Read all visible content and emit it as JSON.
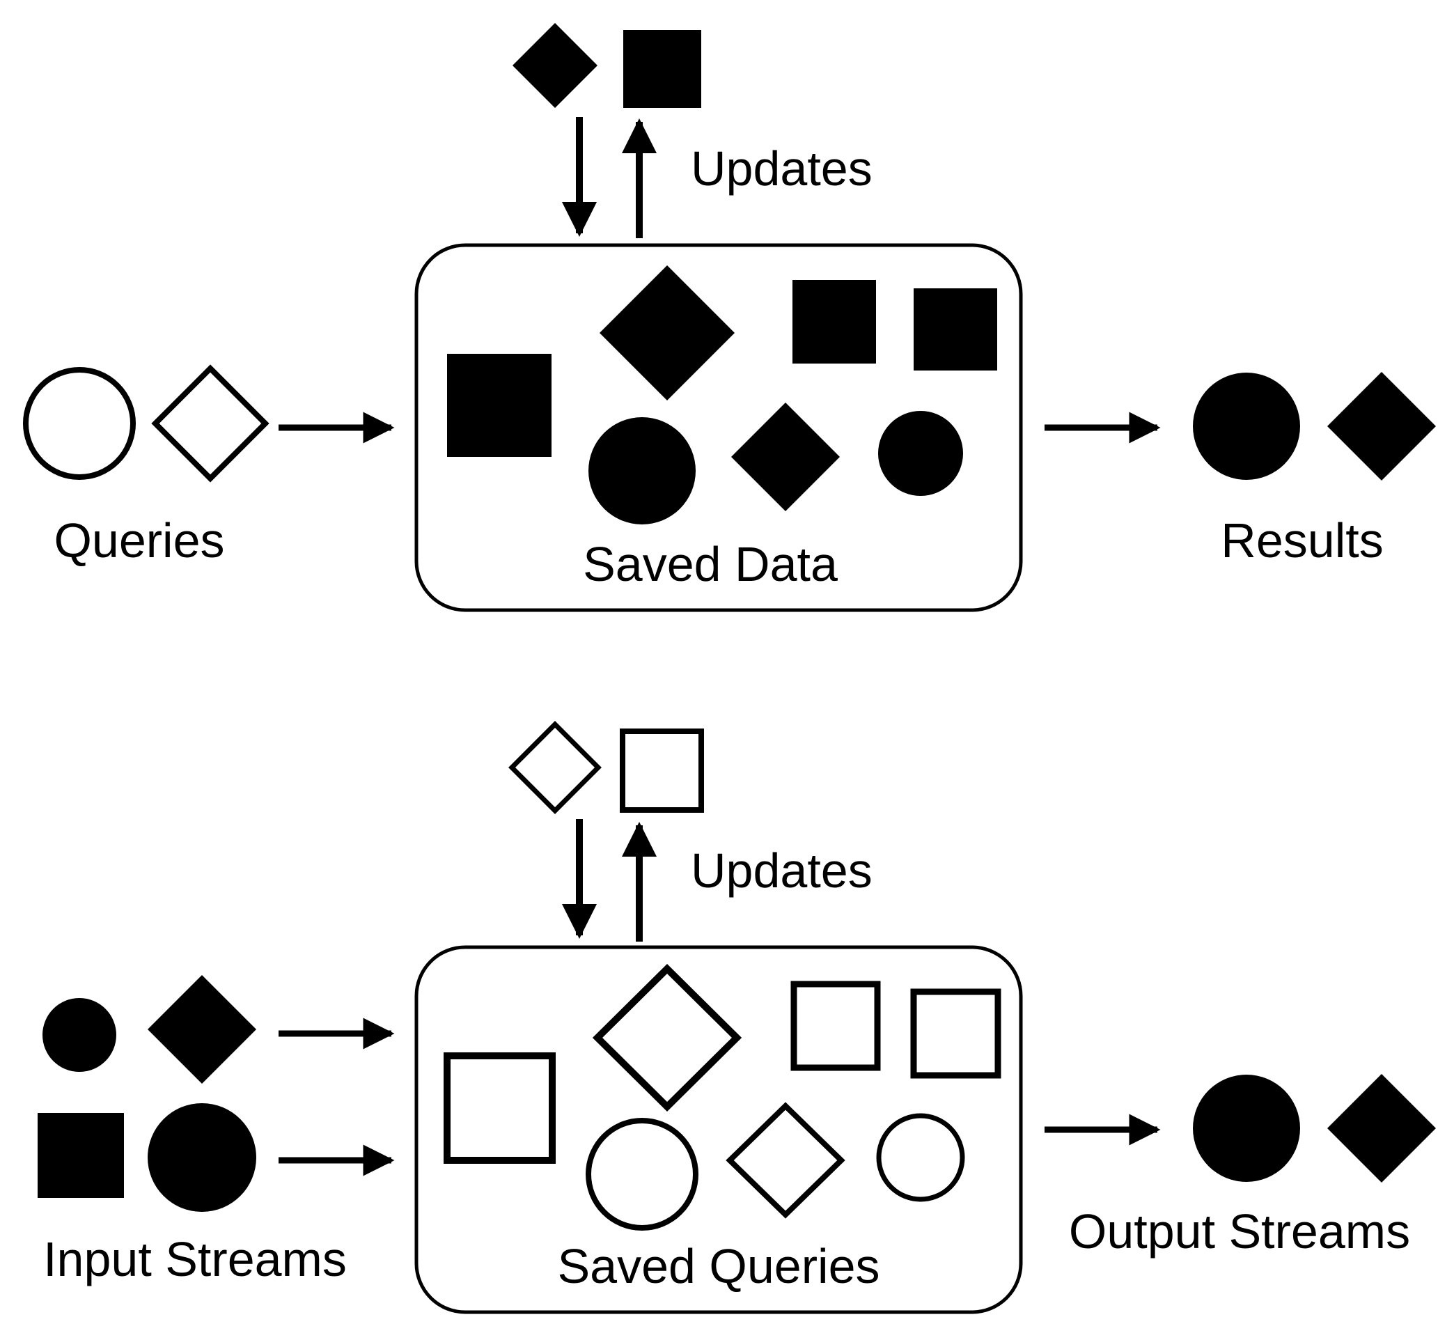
{
  "colors": {
    "ink": "#000000",
    "background": "#ffffff"
  },
  "top_panel": {
    "updates_label": "Updates",
    "store_label": "Saved Data",
    "input_label": "Queries",
    "output_label": "Results"
  },
  "bottom_panel": {
    "updates_label": "Updates",
    "store_label": "Saved Queries",
    "input_label": "Input Streams",
    "output_label": "Output Streams"
  }
}
